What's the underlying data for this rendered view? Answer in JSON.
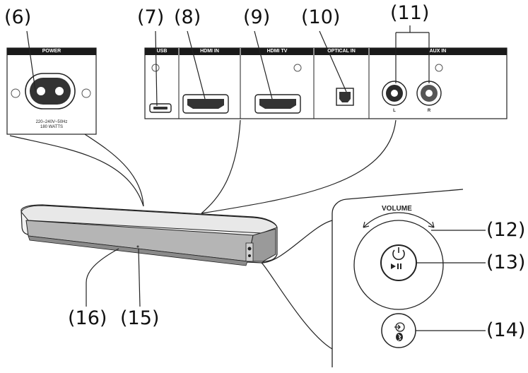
{
  "callouts": {
    "c6": "(6)",
    "c7": "(7)",
    "c8": "(8)",
    "c9": "(9)",
    "c10": "(10)",
    "c11": "(11)",
    "c12": "(12)",
    "c13": "(13)",
    "c14": "(14)",
    "c15": "(15)",
    "c16": "(16)"
  },
  "panels": {
    "power": "POWER",
    "usb": "USB",
    "hdmi_in": "HDMI IN",
    "hdmi_tv": "HDMI TV",
    "optical_in": "OPTICAL IN",
    "aux_in": "AUX IN"
  },
  "power_rating": {
    "line1": "220–240V~50Hz",
    "line2": "180 WATTS"
  },
  "aux_channels": {
    "left": "L",
    "right": "R"
  },
  "volume_label": "VOLUME",
  "colors": {
    "label_bar": "#1a1a1a",
    "device_body": "#d6d6d6",
    "device_front": "#b5b5b5"
  }
}
